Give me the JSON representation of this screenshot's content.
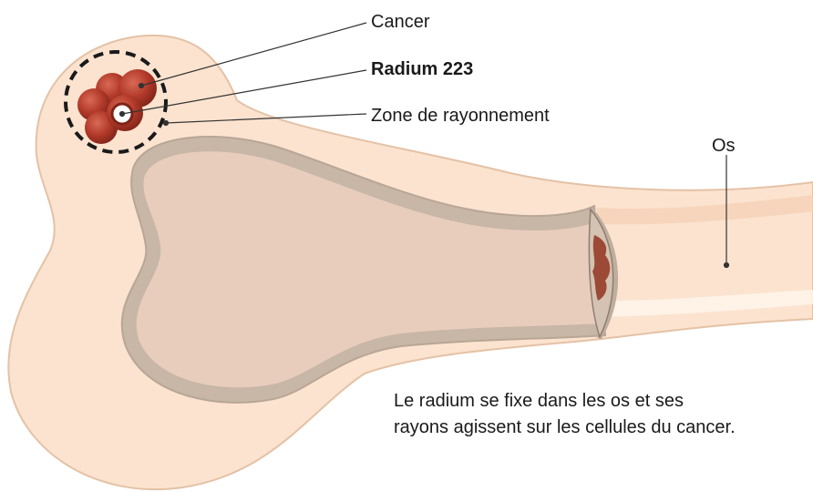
{
  "labels": {
    "cancer": "Cancer",
    "radium": "Radium 223",
    "zone": "Zone de rayonnement",
    "bone": "Os"
  },
  "caption": {
    "line1": "Le radium se fixe dans les os et ses",
    "line2": "rayons agissent sur les cellules du cancer."
  },
  "colors": {
    "bone_outer": "#fbe3cf",
    "bone_outline": "#e4c2a6",
    "marrow_rim": "#c8b6a6",
    "marrow": "#e8cdbd",
    "cancer_cell": "#b33a2a",
    "cut_face": "#d4c2b2",
    "lesion": "#9c4a35",
    "leader_line": "#333333"
  }
}
